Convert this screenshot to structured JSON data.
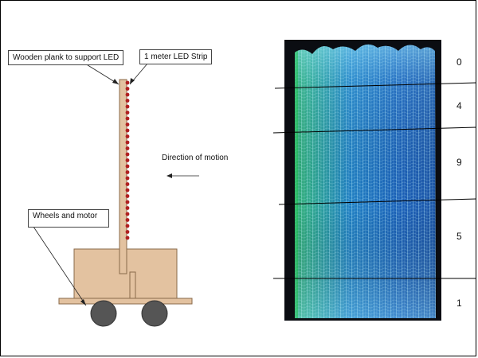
{
  "labels": {
    "wooden_plank": "Wooden plank to support LED",
    "led_strip": "1 meter LED Strip",
    "direction": "Direction of motion",
    "wheels": "Wheels and motor"
  },
  "photo_sections": [
    "0",
    "4",
    "9",
    "5",
    "1"
  ],
  "colors": {
    "wood": "#e3c2a0",
    "wood_border": "#8a6a4a",
    "led": "#b02020",
    "wheel": "#555555",
    "photo_background": "#0b0d12"
  }
}
